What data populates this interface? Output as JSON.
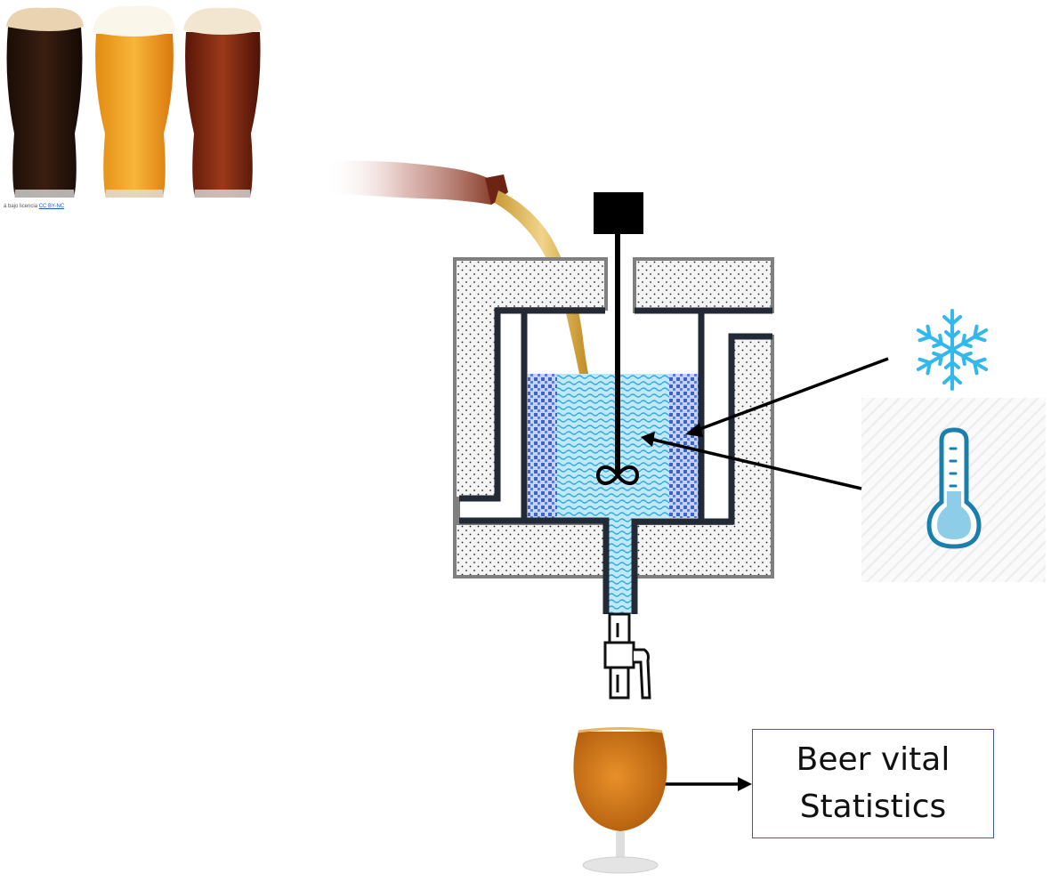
{
  "credit": {
    "prefix": "á bajo licencia",
    "license": "CC BY-NC"
  },
  "stats_box": {
    "line1": "Beer vital",
    "line2": "Statistics"
  },
  "icons": [
    "beer-glasses-photo",
    "pouring-bottle",
    "agitator-motor",
    "snowflake-icon",
    "thermometer-icon",
    "tap-valve",
    "snifter-glass"
  ],
  "colors": {
    "insulation_fill": "#f2f2f2",
    "insulation_border": "#7f7f7f",
    "vessel_wall": "#222a35",
    "liquid_inner": "#7fd0ef",
    "liquid_outer": "#4b6fc4",
    "snowflake": "#33b8ec",
    "thermometer": "#1a7fad",
    "arrow": "#000000",
    "box_border": "#3b5bb6",
    "beer": "#d27a1a"
  }
}
